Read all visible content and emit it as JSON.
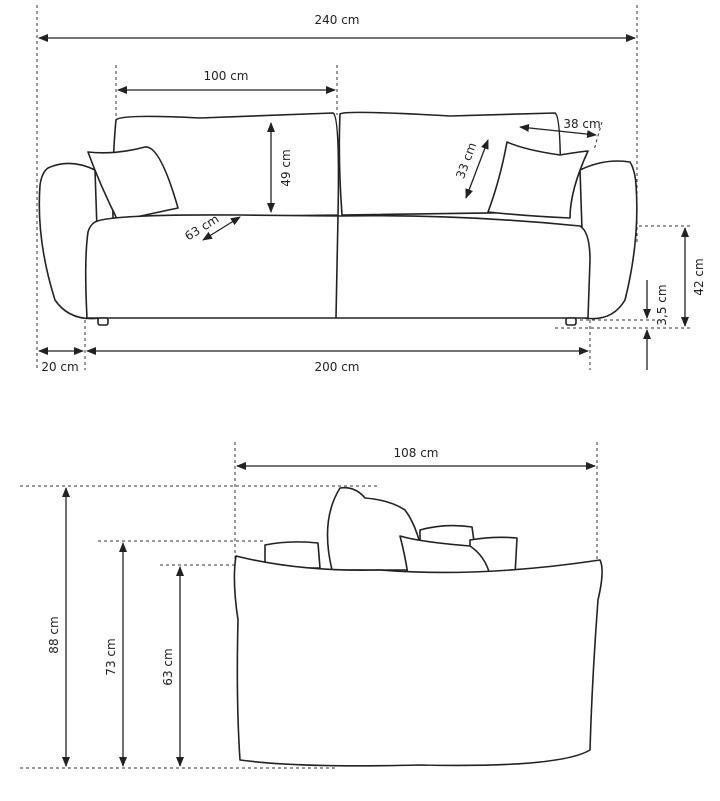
{
  "front_view": {
    "total_width": "240 cm",
    "back_cushion_width": "100 cm",
    "back_cushion_height": "49 cm",
    "seat_depth": "63 cm",
    "pillow_width": "38 cm",
    "pillow_height": "33 cm",
    "seat_height": "42 cm",
    "leg_height": "3,5 cm",
    "arm_width": "20 cm",
    "seat_width": "200 cm"
  },
  "side_view": {
    "depth": "108 cm",
    "total_height": "88 cm",
    "backrest_height": "73 cm",
    "arm_height": "63 cm"
  }
}
